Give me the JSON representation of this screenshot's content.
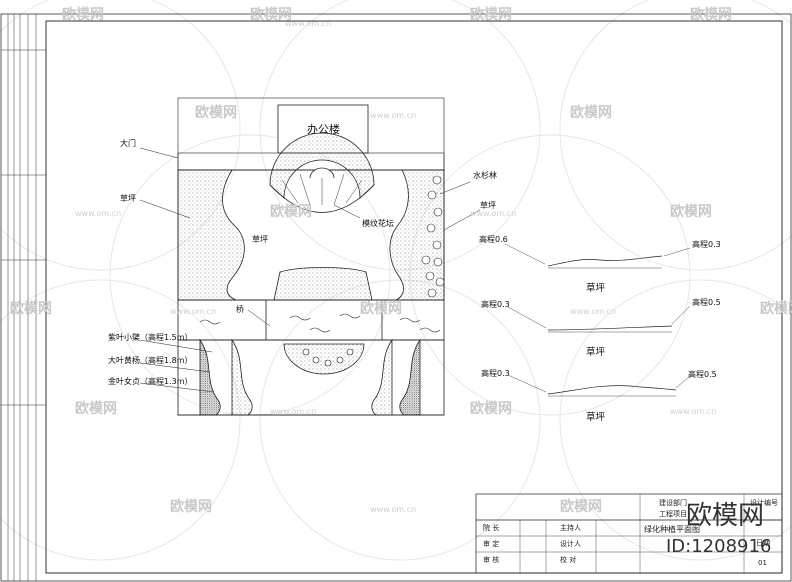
{
  "plan": {
    "office_building": "办公楼",
    "gate": "大门",
    "lawn": "草坪",
    "metasequoia": "水杉林",
    "pattern_bed": "模纹花坛",
    "bridge": "桥",
    "shrub_1": "紫叶小檗（高程1.5m）",
    "shrub_2": "大叶黄杨（高程1.8m）",
    "shrub_3": "金叶女贞（高程1.3m）"
  },
  "sections": [
    {
      "elev_left": "高程0.6",
      "elev_right": "高程0.3",
      "title": "草坪"
    },
    {
      "elev_left": "高程0.3",
      "elev_right": "高程0.5",
      "title": "草坪"
    },
    {
      "elev_left": "高程0.3",
      "elev_right": "高程0.5",
      "title": "草坪"
    }
  ],
  "title_block": {
    "dept": "建设部门",
    "project": "工程项目",
    "drawing_no": "设计编号",
    "drawing_name": "绿化种植平面图",
    "date": "日期",
    "row1_left": "院 长",
    "row2_left": "审 定",
    "row3_left": "审 核",
    "row1_mid": "主持人",
    "row2_mid": "设计人",
    "row3_mid": "校 对",
    "num": "01"
  },
  "watermark": {
    "brand": "欧模网",
    "url": "www.om.cn",
    "big_brand": "欧模网",
    "id": "ID:1208916"
  }
}
